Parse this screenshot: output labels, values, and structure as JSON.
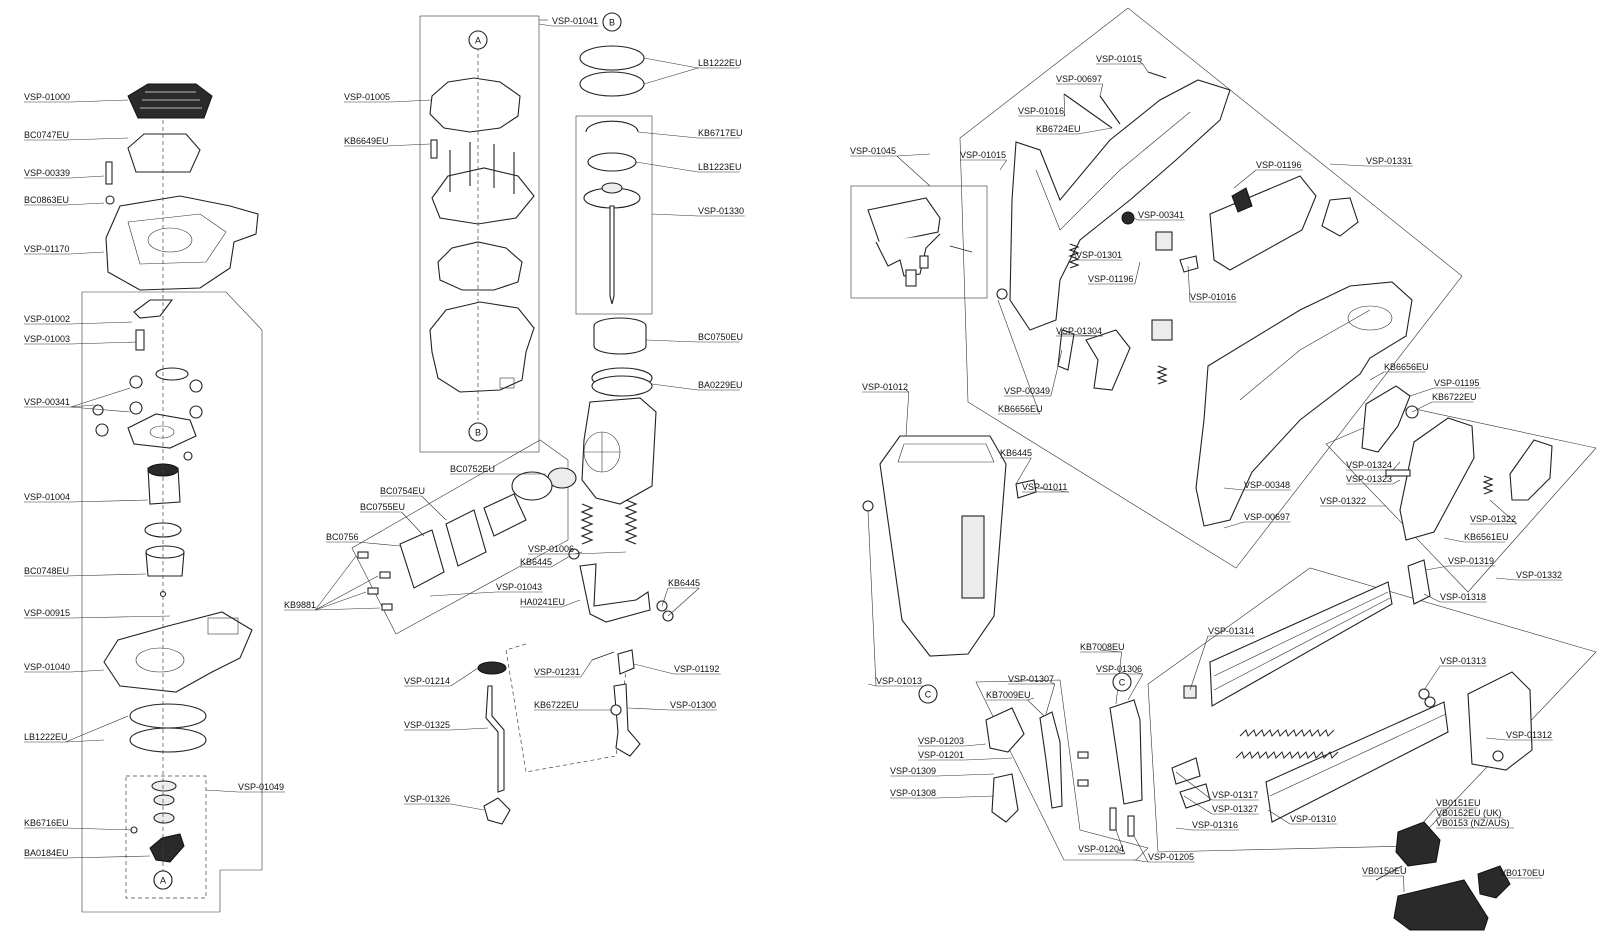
{
  "diagram": {
    "labels": [
      "VSP-01000",
      "BC0747EU",
      "VSP-00339",
      "BC0863EU",
      "VSP-01170",
      "VSP-01002",
      "VSP-01003",
      "VSP-00341",
      "VSP-01004",
      "BC0748EU",
      "VSP-00915",
      "VSP-01040",
      "LB1222EU",
      "VSP-01049",
      "KB6716EU",
      "BA0184EU",
      "VSP-01041",
      "VSP-01005",
      "KB6649EU",
      "LB1222EU",
      "KB6717EU",
      "LB1223EU",
      "VSP-01330",
      "BC0750EU",
      "BA0229EU",
      "BC0752EU",
      "BC0754EU",
      "BC0755EU",
      "BC0756",
      "KB9881",
      "VSP-01043",
      "VSP-01006",
      "KB6445",
      "HA0241EU",
      "KB6445",
      "VSP-01214",
      "VSP-01231",
      "VSP-01192",
      "VSP-01325",
      "KB6722EU",
      "VSP-01300",
      "VSP-01326",
      "VSP-01045",
      "VSP-01015",
      "VSP-00697",
      "VSP-01016",
      "KB6724EU",
      "VSP-01015",
      "VSP-01196",
      "VSP-01331",
      "VSP-00341",
      "VSP-01301",
      "VSP-01196",
      "VSP-01016",
      "VSP-01304",
      "VSP-00349",
      "KB6656EU",
      "VSP-01012",
      "KB6445",
      "VSP-01011",
      "VSP-01013",
      "KB6656EU",
      "VSP-01195",
      "KB6722EU",
      "VSP-01324",
      "VSP-01323",
      "VSP-00348",
      "VSP-01322",
      "VSP-00697",
      "VSP-01322",
      "KB6561EU",
      "VSP-01319",
      "VSP-01332",
      "VSP-01318",
      "KB7008EU",
      "VSP-01307",
      "VSP-01306",
      "KB7009EU",
      "VSP-01203",
      "VSP-01201",
      "VSP-01309",
      "VSP-01308",
      "VSP-01204",
      "VSP-01205",
      "VSP-01314",
      "VSP-01313",
      "VSP-01312",
      "VSP-01317",
      "VSP-01327",
      "VSP-01316",
      "VSP-01310",
      "VB0151EU",
      "VB0152EU (UK)",
      "VB0153 (NZ/AUS)",
      "VB0150EU",
      "VB0170EU"
    ],
    "circle_markers": [
      "A",
      "B",
      "B",
      "A",
      "C",
      "C",
      "A"
    ]
  }
}
